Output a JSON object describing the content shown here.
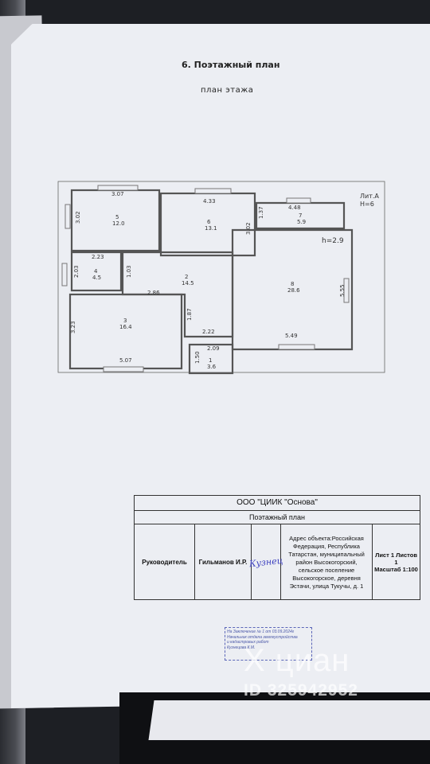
{
  "document": {
    "title": "6. Поэтажный план",
    "subtitle": "план  этажа"
  },
  "plan": {
    "lit": "Лит.А",
    "height": "Н=6",
    "ceiling": "h=2.9",
    "rooms": [
      {
        "num": "5",
        "area": "12.0"
      },
      {
        "num": "6",
        "area": "13.1"
      },
      {
        "num": "7",
        "area": "5.9"
      },
      {
        "num": "4",
        "area": "4.5"
      },
      {
        "num": "2",
        "area": "14.5"
      },
      {
        "num": "8",
        "area": "28.6"
      },
      {
        "num": "3",
        "area": "16.4"
      },
      {
        "num": "1",
        "area": "3.6"
      }
    ],
    "dims": [
      "3.07",
      "4.33",
      "4.48",
      "3.02",
      "3.02",
      "1.37",
      "2.23",
      "2.03",
      "1.03",
      "2.86",
      "3.23",
      "1.87",
      "2.22",
      "5.55",
      "5.49",
      "2.09",
      "1.50",
      "5.07"
    ]
  },
  "stamp": {
    "company": "ООО \"ЦИИК \"Основа\"",
    "doc_name": "Поэтажный план",
    "role": "Руководитель",
    "name": "Гильманов И.Р.",
    "signature": "Кузнец",
    "address": "Адрес объекта:Российская Федерация, Республика Татарстан, муниципальный район Высокогорский, сельское поселение Высокогорское, деревня Эстачи, улица Тукучы, д. 1",
    "sheet": "Лист 1 Листов 1",
    "scale": "Масштаб 1:100"
  },
  "note_stamp": {
    "line1": "На Заключение № 1 от 03.09.2024г",
    "line2": "Начальник отдела землеустройства",
    "line3": "и кадастровых работ",
    "line4": "Кузнецова К.М."
  },
  "watermark": {
    "logo": "Х циан",
    "id": "ID 325942952"
  }
}
